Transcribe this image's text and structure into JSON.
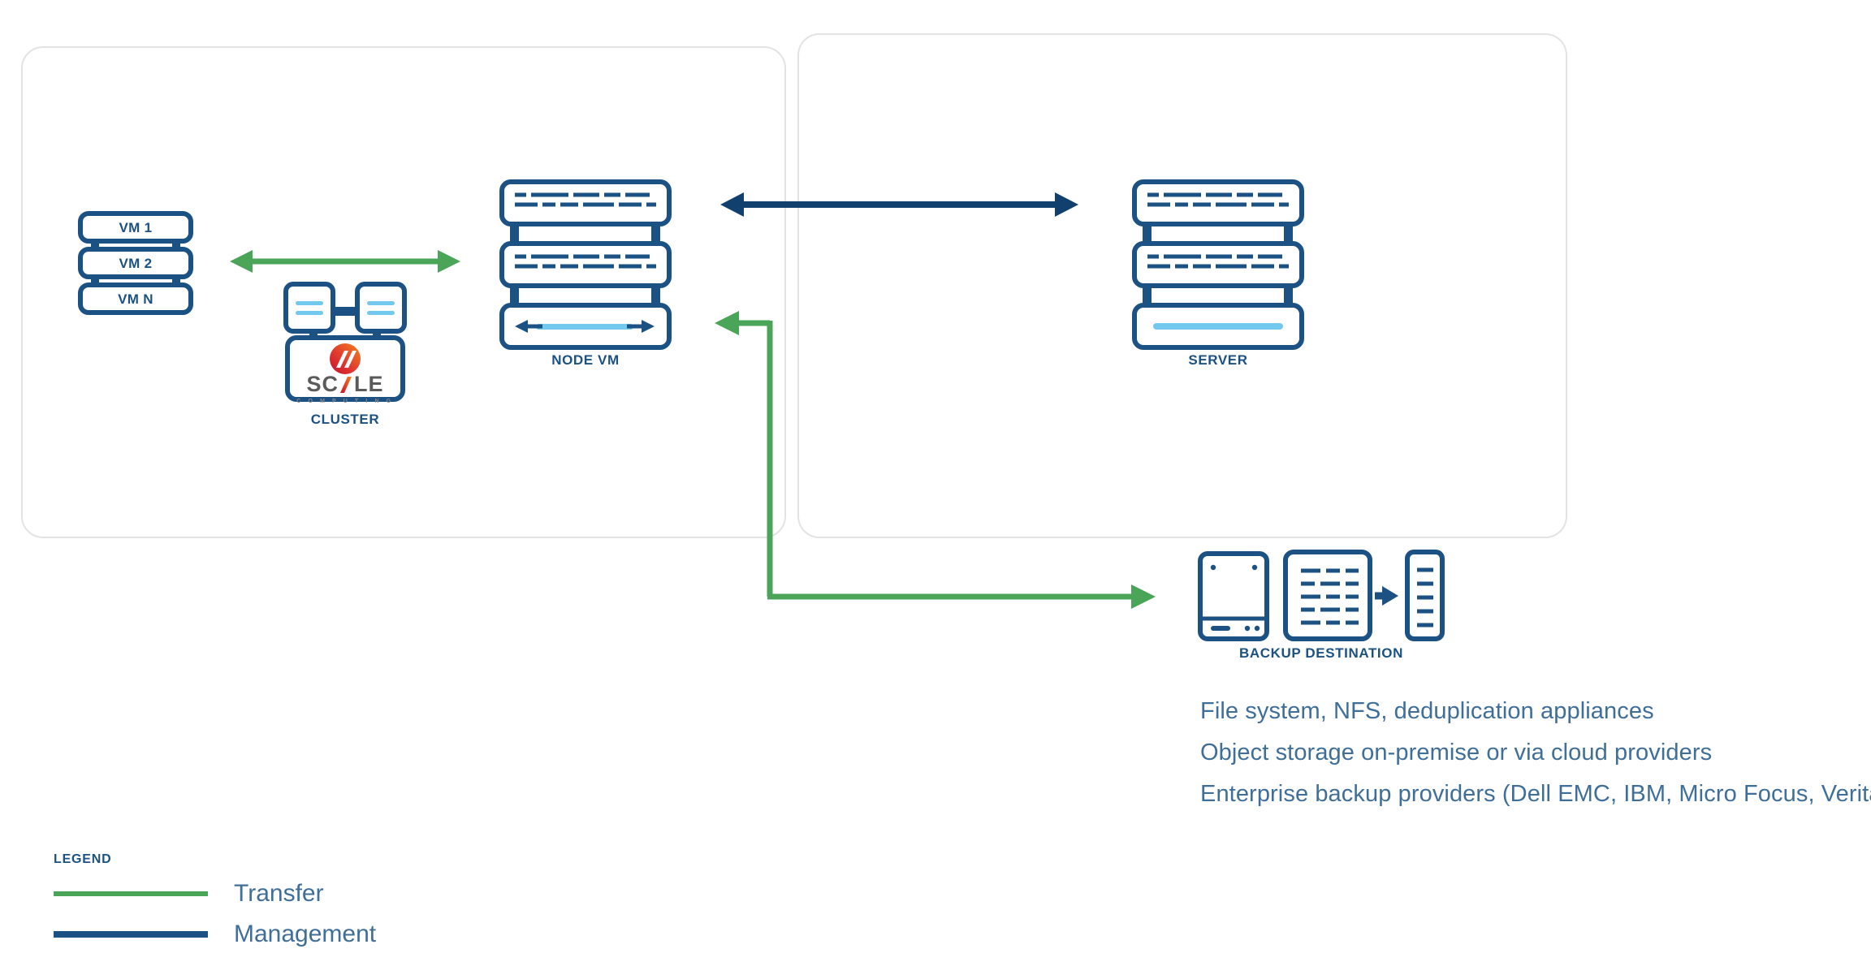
{
  "theme": {
    "navy": "#1b5183",
    "navy_dark": "#11406e",
    "green": "#4aa559",
    "light_blue": "#73c8ed",
    "panel_border": "#e2e2e2",
    "body_text": "#3f6e99",
    "logo_red": "#d6203a",
    "logo_orange": "#f07f2a",
    "background": "#ffffff"
  },
  "panels": [
    {
      "name": "left-panel"
    },
    {
      "name": "right-panel"
    }
  ],
  "vm_stack": {
    "label": "",
    "items": [
      {
        "label": "VM 1"
      },
      {
        "label": "VM 2"
      },
      {
        "label": "VM N"
      }
    ]
  },
  "cluster": {
    "label": "CLUSTER",
    "logo": {
      "word": "SC/\\LE",
      "word_display": "SC",
      "word_tail": "LE",
      "subtitle": "C O M P U T I N G"
    }
  },
  "node_vm": {
    "label": "NODE VM"
  },
  "server": {
    "label": "SERVER"
  },
  "backup": {
    "label": "BACKUP DESTINATION",
    "icons": [
      {
        "name": "disk-drive-icon"
      },
      {
        "name": "document-grid-icon"
      },
      {
        "name": "list-stack-icon"
      }
    ]
  },
  "descriptions": [
    "File system, NFS, deduplication appliances",
    "Object storage on-premise or via cloud providers",
    "Enterprise backup providers (Dell EMC, IBM, Micro Focus, Veritas)"
  ],
  "legend": {
    "title": "LEGEND",
    "items": [
      {
        "label": "Transfer",
        "color": "#4aa559"
      },
      {
        "label": "Management",
        "color": "#1b5183"
      }
    ]
  },
  "connectors": [
    {
      "name": "vm-to-cluster-arrow",
      "style": "double",
      "color": "#4aa559"
    },
    {
      "name": "nodevm-to-server-arrow",
      "style": "double",
      "color": "#11406e"
    },
    {
      "name": "transfer-to-backup-arrow",
      "style": "elbow",
      "color": "#4aa559"
    },
    {
      "name": "backup-inner-arrow",
      "style": "single",
      "color": "#1b5183"
    }
  ]
}
